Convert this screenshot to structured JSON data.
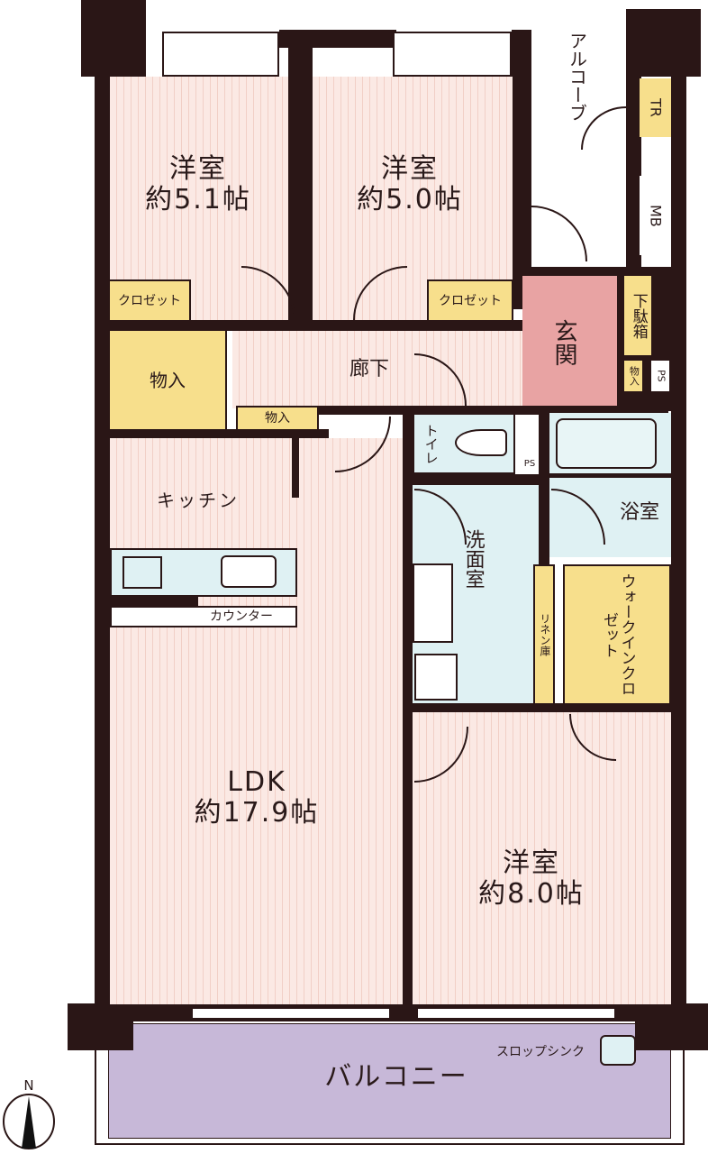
{
  "rooms": {
    "western1": {
      "name": "洋室",
      "size": "約5.1帖"
    },
    "western2": {
      "name": "洋室",
      "size": "約5.0帖"
    },
    "western3": {
      "name": "洋室",
      "size": "約8.0帖"
    },
    "ldk": {
      "name": "LDK",
      "size": "約17.9帖"
    },
    "kitchen": "キッチン",
    "counter": "カウンター",
    "closet1": "クロゼット",
    "closet2": "クロゼット",
    "storage_big": "物入",
    "storage_small": "物入",
    "hallway": "廊下",
    "entrance": "玄関",
    "shoe_box": "下駄箱",
    "entrance_storage": "物入",
    "ps1": "PS",
    "ps2": "PS",
    "toilet": "トイレ",
    "bath": "浴室",
    "washroom": "洗面室",
    "linen": "リネン庫",
    "walkin": "ウォークインクロゼット",
    "alcove": "アルコーブ",
    "tr": "TR",
    "mb": "MB",
    "balcony": "バルコニー",
    "slop_sink": "スロップシンク"
  },
  "compass": {
    "label": "N"
  },
  "colors": {
    "wall": "#2a1616",
    "room": "#fbe9e4",
    "storage": "#f7df8c",
    "wet": "#dff1f3",
    "entrance": "#e8a3a3",
    "balcony": "#c7b8d8"
  }
}
